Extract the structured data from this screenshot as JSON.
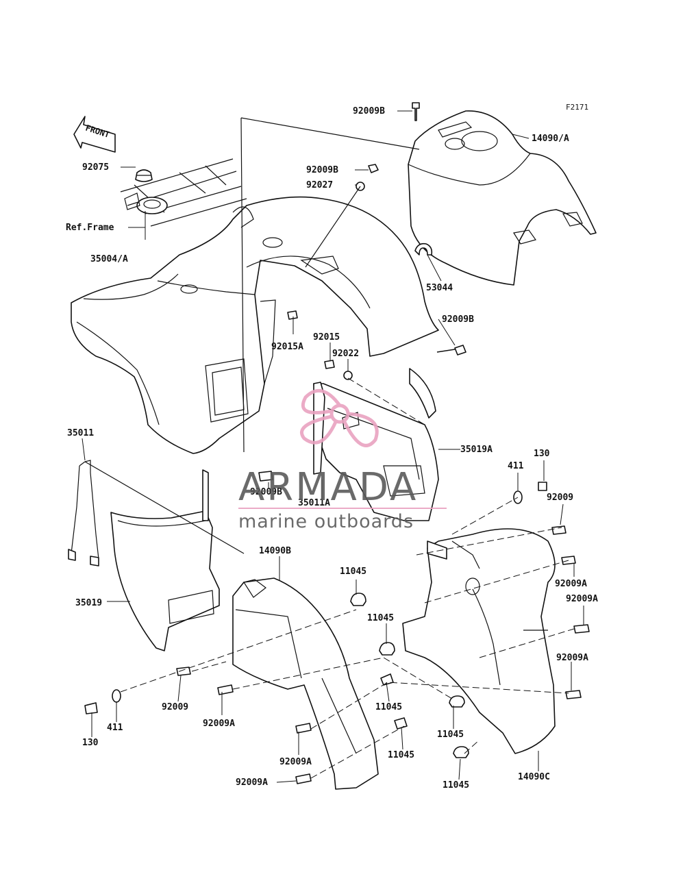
{
  "diagram_code": "F2171",
  "front_label": "FRONT",
  "ref_frame_label": "Ref.Frame",
  "watermark": {
    "brand": "ARMADA",
    "tagline": "marine outboards",
    "brand_color": "#5a5a5a",
    "logo_color": "#e9a3c0"
  },
  "labels": [
    "92009B",
    "14090/A",
    "92075",
    "92009B",
    "92027",
    "35004/A",
    "53044",
    "92009B",
    "92015",
    "92015A",
    "92022",
    "35011",
    "35019A",
    "411",
    "130",
    "92009B",
    "35011A",
    "92009",
    "92009A",
    "92009A",
    "14090B",
    "11045",
    "35019",
    "11045",
    "92009A",
    "11045",
    "92009",
    "92009A",
    "411",
    "130",
    "92009A",
    "11045",
    "11045",
    "92009A",
    "14090C",
    "11045"
  ]
}
